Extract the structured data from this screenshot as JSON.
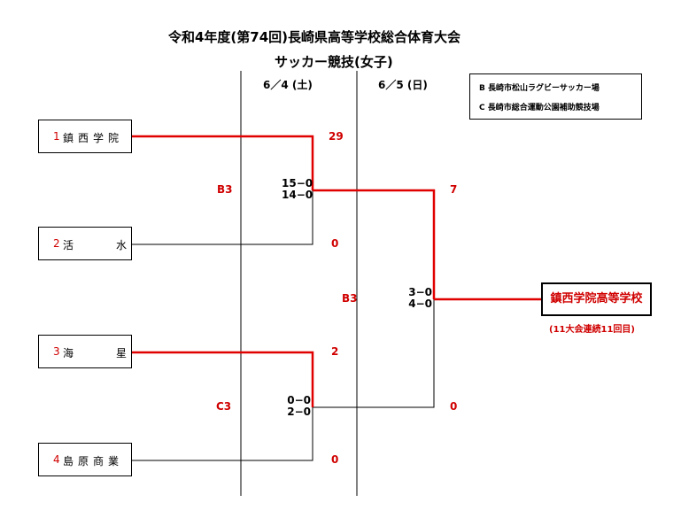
{
  "title": "令和4年度(第74回)長崎県高等学校総合体育大会",
  "subtitle": "サッカー競技(女子)",
  "dates": {
    "day1": "6／4 (土)",
    "day2": "6／5 (日)"
  },
  "venues": {
    "b": "B 長崎市松山ラグビーサッカー場",
    "c": "C 長崎市総合運動公園補助競技場"
  },
  "teams": [
    {
      "no": "1",
      "name": "鎮西学院"
    },
    {
      "no": "2",
      "name": "活水"
    },
    {
      "no": "3",
      "name": "海星"
    },
    {
      "no": "4",
      "name": "島原商業"
    }
  ],
  "match1": {
    "venue": "B3",
    "score_top": "29",
    "score_bottom": "0",
    "result_line1": "15−0",
    "result_line2": "14−0"
  },
  "match2": {
    "venue": "C3",
    "score_top": "2",
    "score_bottom": "0",
    "result_line1": "0−0",
    "result_line2": "2−0"
  },
  "final": {
    "venue": "B3",
    "score_top": "7",
    "score_bottom": "0",
    "result_line1": "3−0",
    "result_line2": "4−0"
  },
  "winner": {
    "name": "鎮西学院高等学校",
    "note": "(11大会連続11回目)"
  },
  "colors": {
    "win_line": "#e00000",
    "line": "#000000",
    "red_text": "#d00000"
  }
}
